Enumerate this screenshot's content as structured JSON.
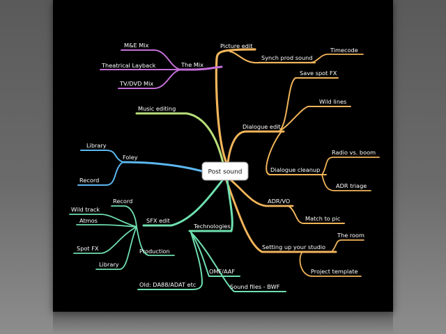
{
  "colors": {
    "slide_background": "#000000",
    "orange_branch": "#f2b55b",
    "purple_branch": "#c46fd8",
    "blue_branch": "#5cb8f0",
    "green_branch": "#b8e07a",
    "teal_branch": "#6fe0b0",
    "center_fill": "#ffffff"
  },
  "center": {
    "label": "Post sound"
  },
  "nodes": {
    "picture_edit": "Picture edit",
    "synch_prod_sound": "Synch prod sound",
    "timecode": "Timecode",
    "the_mix": "The Mix",
    "me_mix": "M&E Mix",
    "theatrical_layback": "Theatrical Layback",
    "tv_dvd_mix": "TV/DVD Mix",
    "music_editing": "Music editing",
    "dialogue_edit": "Dialogue edit",
    "save_spot_fx": "Save spot FX",
    "wild_lines": "Wild lines",
    "dialogue_cleanup": "Dialogue cleanup",
    "radio_vs_boom": "Radio vs. boom",
    "adr_triage": "ADR triage",
    "foley": "Foley",
    "foley_library": "Library",
    "foley_record": "Record",
    "adr_vo": "ADR/VO",
    "match_to_pic": "Match to pic",
    "setting_up_studio": "Setting up your studio",
    "the_room": "The room",
    "project_template": "Project template",
    "sfx_edit": "SFX edit",
    "sfx_record": "Record",
    "wild_track": "Wild track",
    "atmos": "Atmos",
    "spot_fx": "Spot FX",
    "production": "Production",
    "sfx_library": "Library",
    "technologies": "Technologies",
    "omf_aaf": "OMF/AAF",
    "sound_files_bwf": "Sound files - BWF",
    "old_da88": "Old: DA88/ADAT etc"
  }
}
